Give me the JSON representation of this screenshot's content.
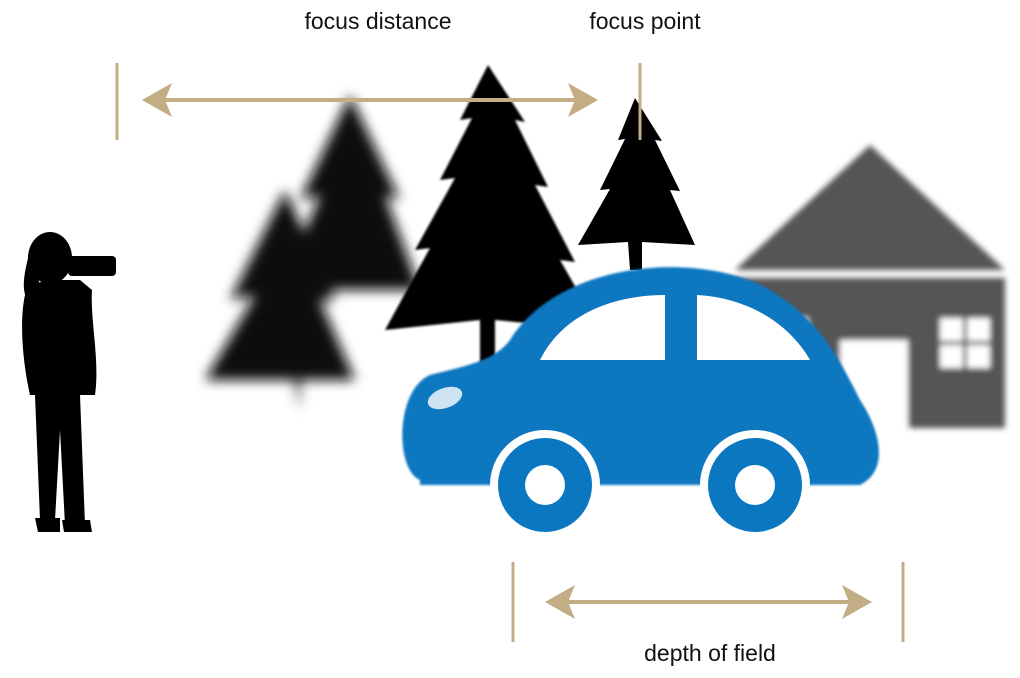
{
  "labels": {
    "focus_distance": "focus distance",
    "focus_point": "focus point",
    "depth_of_field": "depth of field"
  },
  "colors": {
    "arrow": "#c2ad84",
    "car": "#0a77c0",
    "house": "#555555",
    "silhouette": "#000000"
  }
}
